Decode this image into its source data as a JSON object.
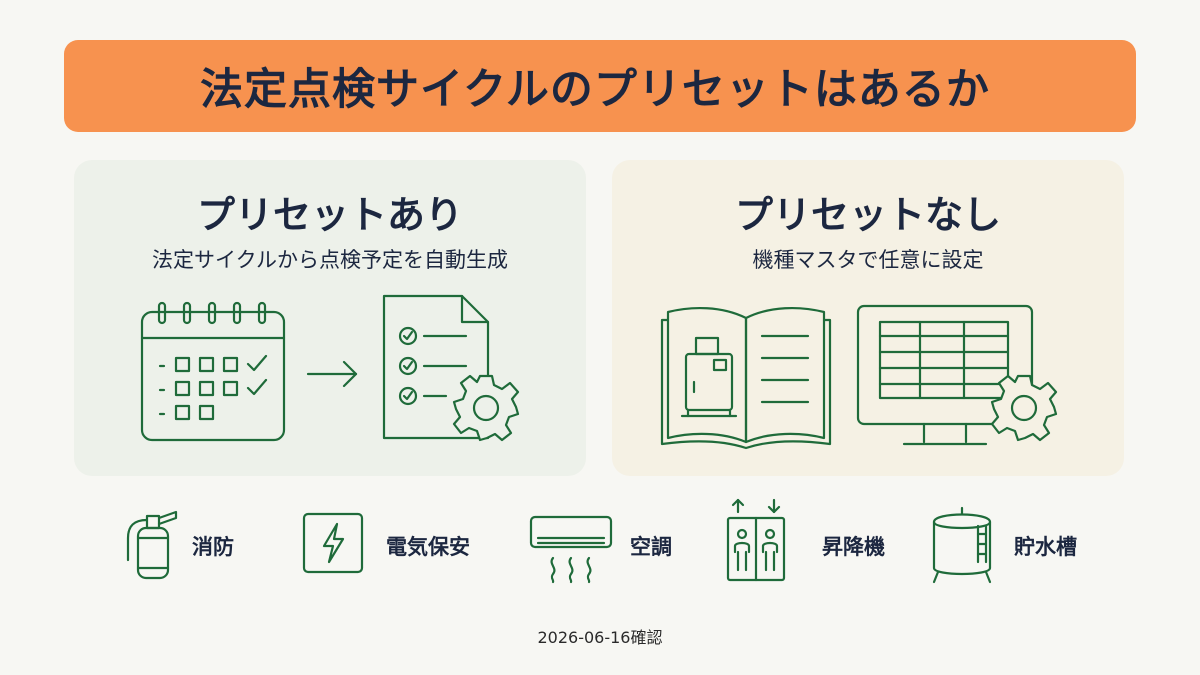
{
  "title": "法定点検サイクルのプリセットはあるか",
  "left_panel": {
    "heading": "プリセットあり",
    "subheading": "法定サイクルから点検予定を自動生成"
  },
  "right_panel": {
    "heading": "プリセットなし",
    "subheading": "機種マスタで任意に設定"
  },
  "categories": [
    {
      "label": "消防",
      "icon": "fire-extinguisher-icon"
    },
    {
      "label": "電気保安",
      "icon": "lightning-icon"
    },
    {
      "label": "空調",
      "icon": "air-conditioner-icon"
    },
    {
      "label": "昇降機",
      "icon": "elevator-icon"
    },
    {
      "label": "貯水槽",
      "icon": "water-tank-icon"
    }
  ],
  "footer": "2026-06-16確認",
  "colors": {
    "banner": "#f7924f",
    "icon_stroke": "#1f6b3a",
    "left_panel_bg": "#edf1ea",
    "right_panel_bg": "#f5f1e4"
  }
}
